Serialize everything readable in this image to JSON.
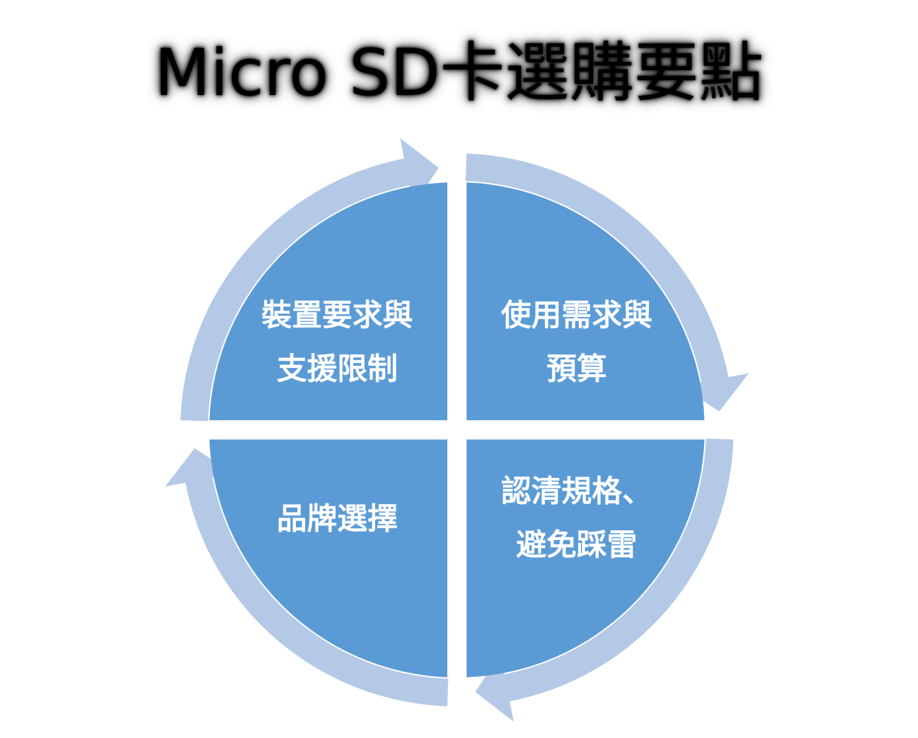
{
  "title": "Micro SD卡選購要點",
  "colors": {
    "quadrant_fill": "#5b9bd5",
    "arrow_fill": "#b4c9e6",
    "label_text": "#ffffff",
    "background": "#ffffff"
  },
  "quadrants": [
    {
      "position": "top-left",
      "lines": [
        "裝置要求與",
        "支援限制"
      ]
    },
    {
      "position": "top-right",
      "lines": [
        "使用需求與",
        "預算"
      ]
    },
    {
      "position": "bottom-right",
      "lines": [
        "認清規格、",
        "避免踩雷"
      ]
    },
    {
      "position": "bottom-left",
      "lines": [
        "品牌選擇"
      ]
    }
  ]
}
